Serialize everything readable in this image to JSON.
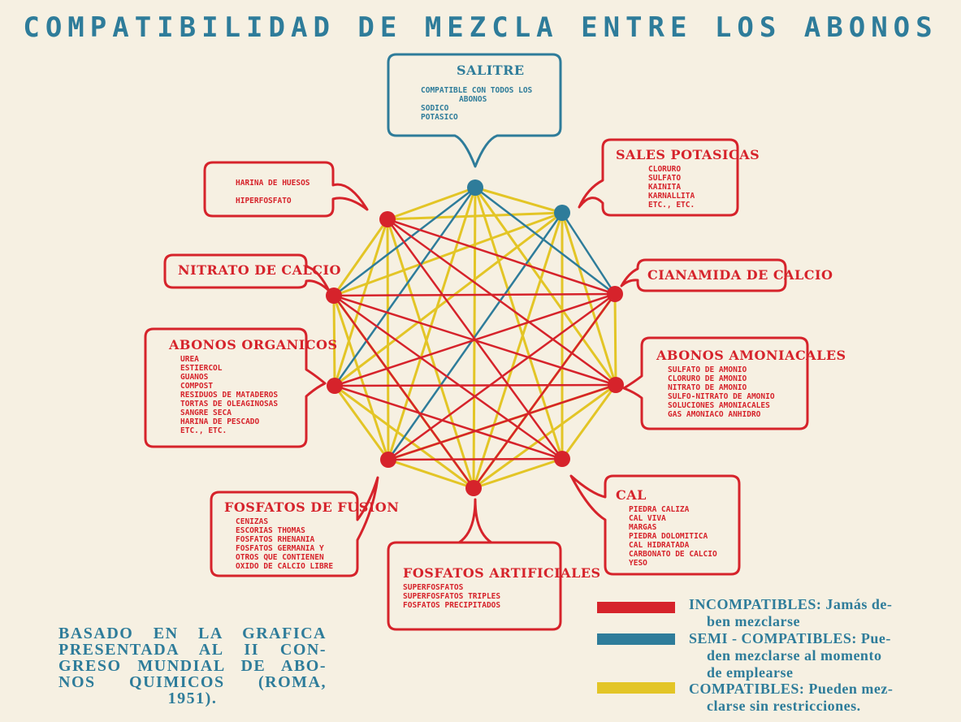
{
  "title": "COMPATIBILIDAD DE MEZCLA ENTRE LOS ABONOS",
  "colors": {
    "incompatible": "#d6232b",
    "semi_compatible": "#2e7c9a",
    "compatible": "#e3c526",
    "background": "#f6f0e2"
  },
  "nodes": [
    {
      "id": "salitre",
      "color": "blue",
      "title": "SALITRE",
      "items": [
        "COMPATIBLE CON TODOS LOS",
        "ABONOS",
        "SODICO",
        "POTASICO"
      ]
    },
    {
      "id": "sales-potasicas",
      "color": "blue",
      "title": "SALES POTASICAS",
      "items": [
        "CLORURO",
        "SULFATO",
        "KAINITA",
        "KARNALLITA",
        "ETC., ETC."
      ]
    },
    {
      "id": "cianamida",
      "color": "red",
      "title": "CIANAMIDA DE CALCIO",
      "items": []
    },
    {
      "id": "abonos-amoniacales",
      "color": "red",
      "title": "ABONOS AMONIACALES",
      "items": [
        "SULFATO DE AMONIO",
        "CLORURO DE AMONIO",
        "NITRATO DE AMONIO",
        "SULFO-NITRATO DE AMONIO",
        "SOLUCIONES AMONIACALES",
        "GAS AMONIACO ANHIDRO"
      ]
    },
    {
      "id": "cal",
      "color": "red",
      "title": "CAL",
      "items": [
        "PIEDRA CALIZA",
        "CAL VIVA",
        "MARGAS",
        "PIEDRA DOLOMITICA",
        "CAL HIDRATADA",
        "CARBONATO DE CALCIO",
        "YESO"
      ]
    },
    {
      "id": "fosfatos-artificiales",
      "color": "red",
      "title": "FOSFATOS ARTIFICIALES",
      "items": [
        "SUPERFOSFATOS",
        "SUPERFOSFATOS TRIPLES",
        "FOSFATOS PRECIPITADOS"
      ]
    },
    {
      "id": "fosfatos-fusion",
      "color": "red",
      "title": "FOSFATOS DE FUSION",
      "items": [
        "CENIZAS",
        "ESCORIAS THOMAS",
        "FOSFATOS RHENANIA",
        "FOSFATOS GERMANIA Y",
        "OTROS QUE CONTIENEN",
        "OXIDO DE CALCIO LIBRE"
      ]
    },
    {
      "id": "abonos-organicos",
      "color": "red",
      "title": "ABONOS ORGANICOS",
      "items": [
        "UREA",
        "ESTIERCOL",
        "GUANOS",
        "COMPOST",
        "RESIDUOS DE MATADEROS",
        "TORTAS DE OLEAGINOSAS",
        "SANGRE SECA",
        "HARINA DE PESCADO",
        "ETC., ETC."
      ]
    },
    {
      "id": "nitrato-calcio",
      "color": "red",
      "title": "NITRATO DE CALCIO",
      "items": []
    },
    {
      "id": "harina-huesos",
      "color": "red",
      "title": "",
      "items": [
        "HARINA DE HUESOS",
        "HIPERFOSFATO"
      ]
    }
  ],
  "edges": {
    "incompatible": [
      [
        7,
        2
      ],
      [
        7,
        3
      ],
      [
        7,
        4
      ],
      [
        8,
        2
      ],
      [
        8,
        3
      ],
      [
        8,
        4
      ],
      [
        9,
        2
      ],
      [
        9,
        3
      ],
      [
        9,
        4
      ],
      [
        6,
        2
      ],
      [
        6,
        3
      ],
      [
        5,
        2
      ],
      [
        5,
        8
      ],
      [
        4,
        6
      ]
    ],
    "semi_compatible": [
      [
        0,
        2
      ],
      [
        0,
        8
      ],
      [
        0,
        7
      ],
      [
        1,
        2
      ],
      [
        1,
        6
      ]
    ],
    "compatible": [
      [
        0,
        1
      ],
      [
        0,
        9
      ],
      [
        0,
        3
      ],
      [
        0,
        4
      ],
      [
        0,
        5
      ],
      [
        0,
        6
      ],
      [
        1,
        9
      ],
      [
        1,
        8
      ],
      [
        1,
        7
      ],
      [
        1,
        3
      ],
      [
        1,
        4
      ],
      [
        1,
        5
      ],
      [
        2,
        3
      ],
      [
        9,
        8
      ],
      [
        8,
        7
      ],
      [
        7,
        6
      ],
      [
        6,
        5
      ],
      [
        5,
        4
      ],
      [
        4,
        3
      ],
      [
        2,
        5
      ],
      [
        3,
        5
      ],
      [
        3,
        6
      ],
      [
        9,
        5
      ],
      [
        9,
        6
      ],
      [
        9,
        7
      ],
      [
        8,
        6
      ],
      [
        7,
        5
      ],
      [
        8,
        5
      ]
    ]
  },
  "legend": [
    {
      "key": "incompatible",
      "line1": "INCOMPATIBLES: Jamás de-",
      "line2": "ben mezclarse",
      "line3": ""
    },
    {
      "key": "semi_compatible",
      "line1": "SEMI - COMPATIBLES: Pue-",
      "line2": "den mezclarse al momento",
      "line3": "de emplearse"
    },
    {
      "key": "compatible",
      "line1": "COMPATIBLES: Pueden mez-",
      "line2": "clarse sin restricciones.",
      "line3": ""
    }
  ],
  "credit": {
    "line1": "BASADO EN LA GRAFICA",
    "line2": "PRESENTADA AL II CON-",
    "line3": "GRESO MUNDIAL DE ABO-",
    "line4": "NOS QUIMICOS (ROMA,",
    "line5": "1951)."
  }
}
